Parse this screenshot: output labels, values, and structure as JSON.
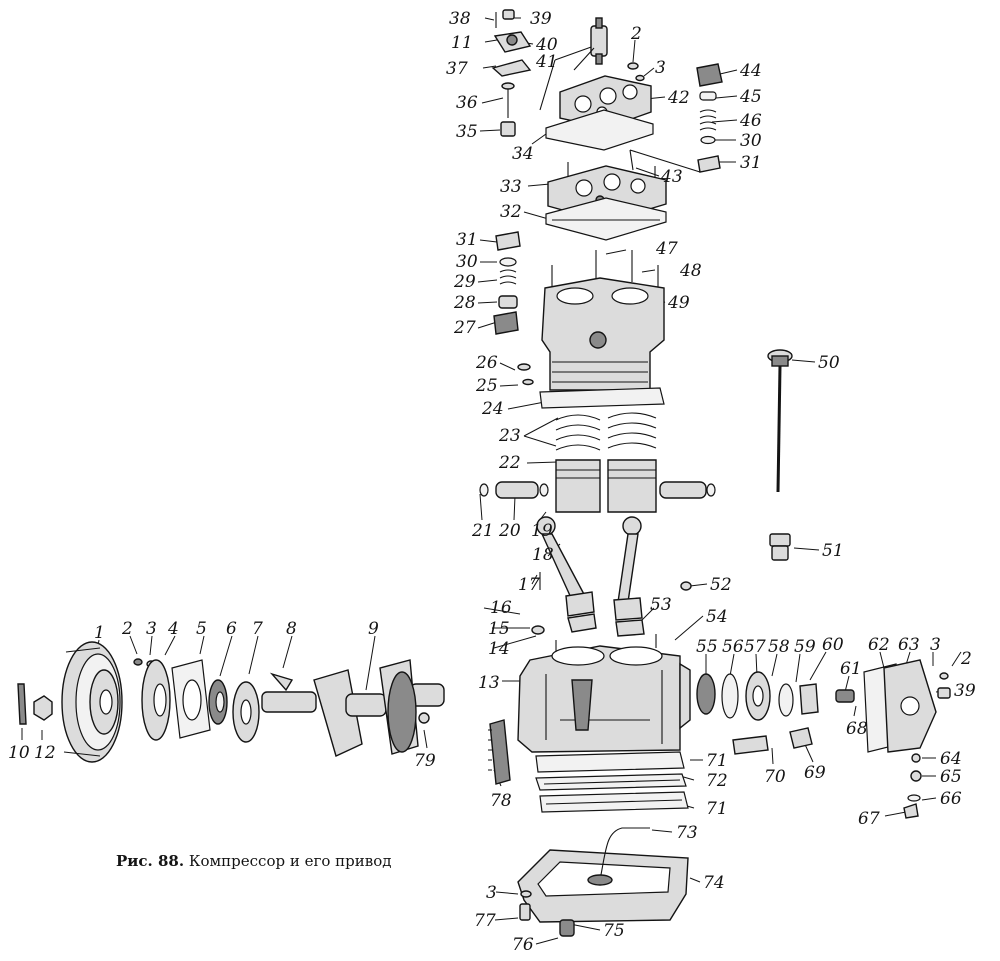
{
  "caption": {
    "figure": "Рис. 88.",
    "text": "Компрессор и его привод"
  },
  "callouts": [
    {
      "n": "38"
    },
    {
      "n": "39"
    },
    {
      "n": "11"
    },
    {
      "n": "40"
    },
    {
      "n": "37"
    },
    {
      "n": "41"
    },
    {
      "n": "2"
    },
    {
      "n": "3"
    },
    {
      "n": "44"
    },
    {
      "n": "45"
    },
    {
      "n": "46"
    },
    {
      "n": "30"
    },
    {
      "n": "31"
    },
    {
      "n": "36"
    },
    {
      "n": "42"
    },
    {
      "n": "35"
    },
    {
      "n": "34"
    },
    {
      "n": "33"
    },
    {
      "n": "43"
    },
    {
      "n": "32"
    },
    {
      "n": "31"
    },
    {
      "n": "30"
    },
    {
      "n": "47"
    },
    {
      "n": "48"
    },
    {
      "n": "29"
    },
    {
      "n": "28"
    },
    {
      "n": "49"
    },
    {
      "n": "27"
    },
    {
      "n": "50"
    },
    {
      "n": "26"
    },
    {
      "n": "25"
    },
    {
      "n": "24"
    },
    {
      "n": "23"
    },
    {
      "n": "22"
    },
    {
      "n": "21"
    },
    {
      "n": "20"
    },
    {
      "n": "19"
    },
    {
      "n": "18"
    },
    {
      "n": "51"
    },
    {
      "n": "17"
    },
    {
      "n": "52"
    },
    {
      "n": "16"
    },
    {
      "n": "53"
    },
    {
      "n": "54"
    },
    {
      "n": "15"
    },
    {
      "n": "14"
    },
    {
      "n": "1"
    },
    {
      "n": "2"
    },
    {
      "n": "3"
    },
    {
      "n": "4"
    },
    {
      "n": "5"
    },
    {
      "n": "6"
    },
    {
      "n": "7"
    },
    {
      "n": "8"
    },
    {
      "n": "9"
    },
    {
      "n": "55"
    },
    {
      "n": "56"
    },
    {
      "n": "57"
    },
    {
      "n": "58"
    },
    {
      "n": "59"
    },
    {
      "n": "60"
    },
    {
      "n": "62"
    },
    {
      "n": "63"
    },
    {
      "n": "3"
    },
    {
      "n": "2"
    },
    {
      "n": "13"
    },
    {
      "n": "61"
    },
    {
      "n": "39"
    },
    {
      "n": "68"
    },
    {
      "n": "10"
    },
    {
      "n": "12"
    },
    {
      "n": "79"
    },
    {
      "n": "71"
    },
    {
      "n": "70"
    },
    {
      "n": "69"
    },
    {
      "n": "64"
    },
    {
      "n": "65"
    },
    {
      "n": "72"
    },
    {
      "n": "78"
    },
    {
      "n": "66"
    },
    {
      "n": "71"
    },
    {
      "n": "67"
    },
    {
      "n": "73"
    },
    {
      "n": "74"
    },
    {
      "n": "3"
    },
    {
      "n": "77"
    },
    {
      "n": "76"
    },
    {
      "n": "75"
    }
  ]
}
